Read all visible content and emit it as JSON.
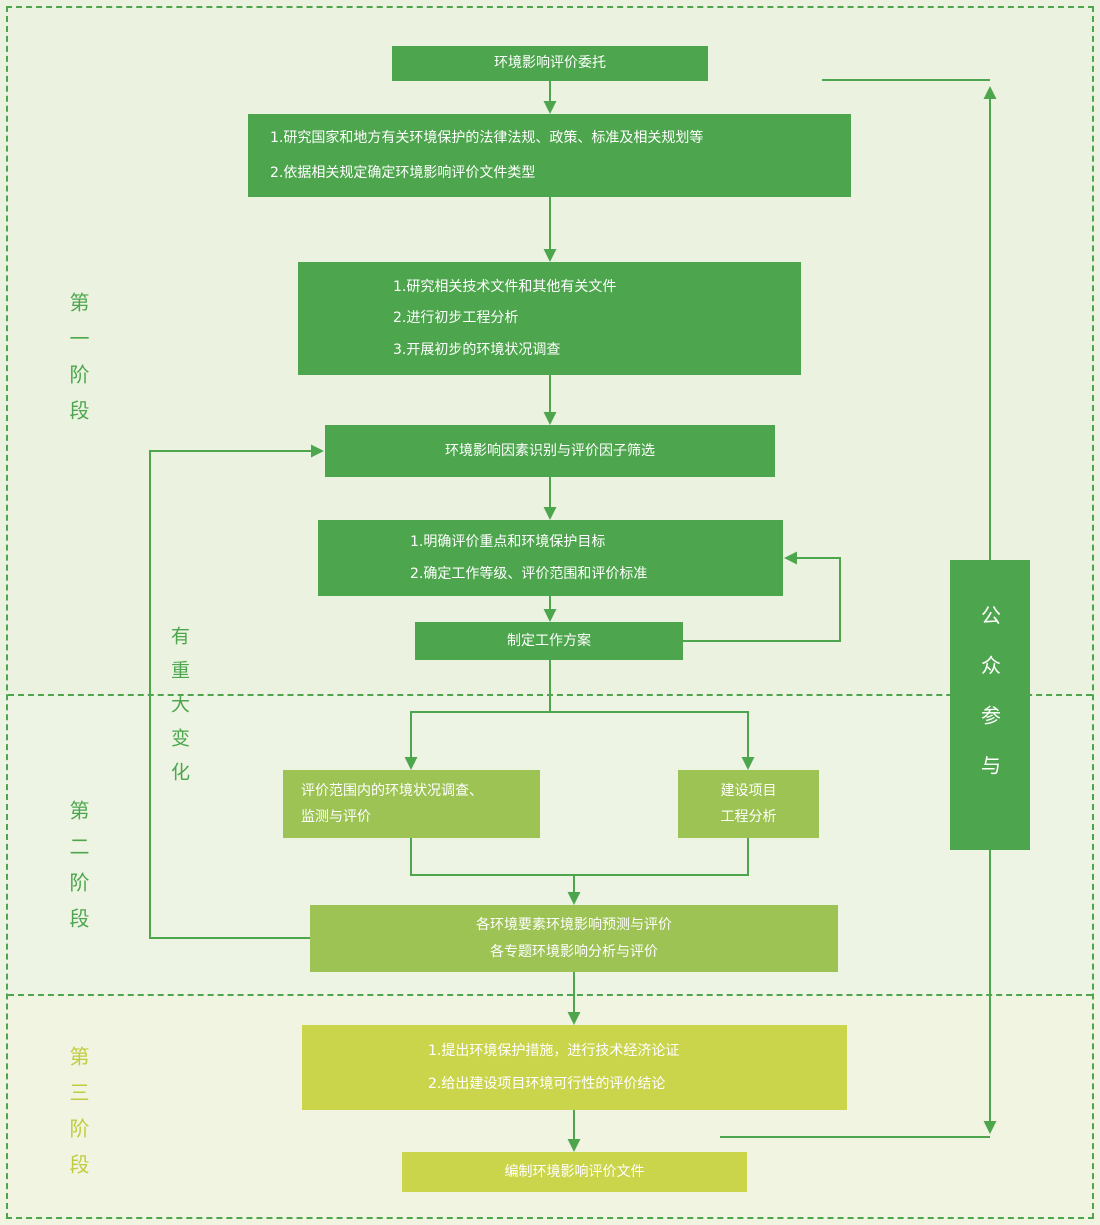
{
  "colors": {
    "bg": "#edf3e2",
    "stage1_green": "#4da64d",
    "stage2_green": "#9dc355",
    "stage3_yellow": "#cbd54c",
    "stage3_label_color": "#c1cb40",
    "line_green": "#4da64d",
    "text_white": "#ffffff"
  },
  "stage_labels": [
    {
      "text": "第一阶段"
    },
    {
      "text": "第二阶段"
    },
    {
      "text": "第三阶段"
    }
  ],
  "annotations": {
    "major_change": "有重大变化",
    "public_participation": "公众参与"
  },
  "boxes": {
    "entrust": "环境影响评价委托",
    "laws": [
      "1.研究国家和地方有关环境保护的法律法规、政策、标准及相关规划等",
      "2.依据相关规定确定环境影响评价文件类型"
    ],
    "tech_docs": [
      "1.研究相关技术文件和其他有关文件",
      "2.进行初步工程分析",
      "3.开展初步的环境状况调查"
    ],
    "factor_screening": "环境影响因素识别与评价因子筛选",
    "key_targets": [
      "1.明确评价重点和环境保护目标",
      "2.确定工作等级、评价范围和评价标准"
    ],
    "work_plan": "制定工作方案",
    "survey": [
      "评价范围内的环境状况调查、",
      "监测与评价"
    ],
    "project_analysis": [
      "建设项目",
      "工程分析"
    ],
    "prediction": [
      "各环境要素环境影响预测与评价",
      "各专题环境影响分析与评价"
    ],
    "measures": [
      "1.提出环境保护措施，进行技术经济论证",
      "2.给出建设项目环境可行性的评价结论"
    ],
    "compile": "编制环境影响评价文件"
  }
}
